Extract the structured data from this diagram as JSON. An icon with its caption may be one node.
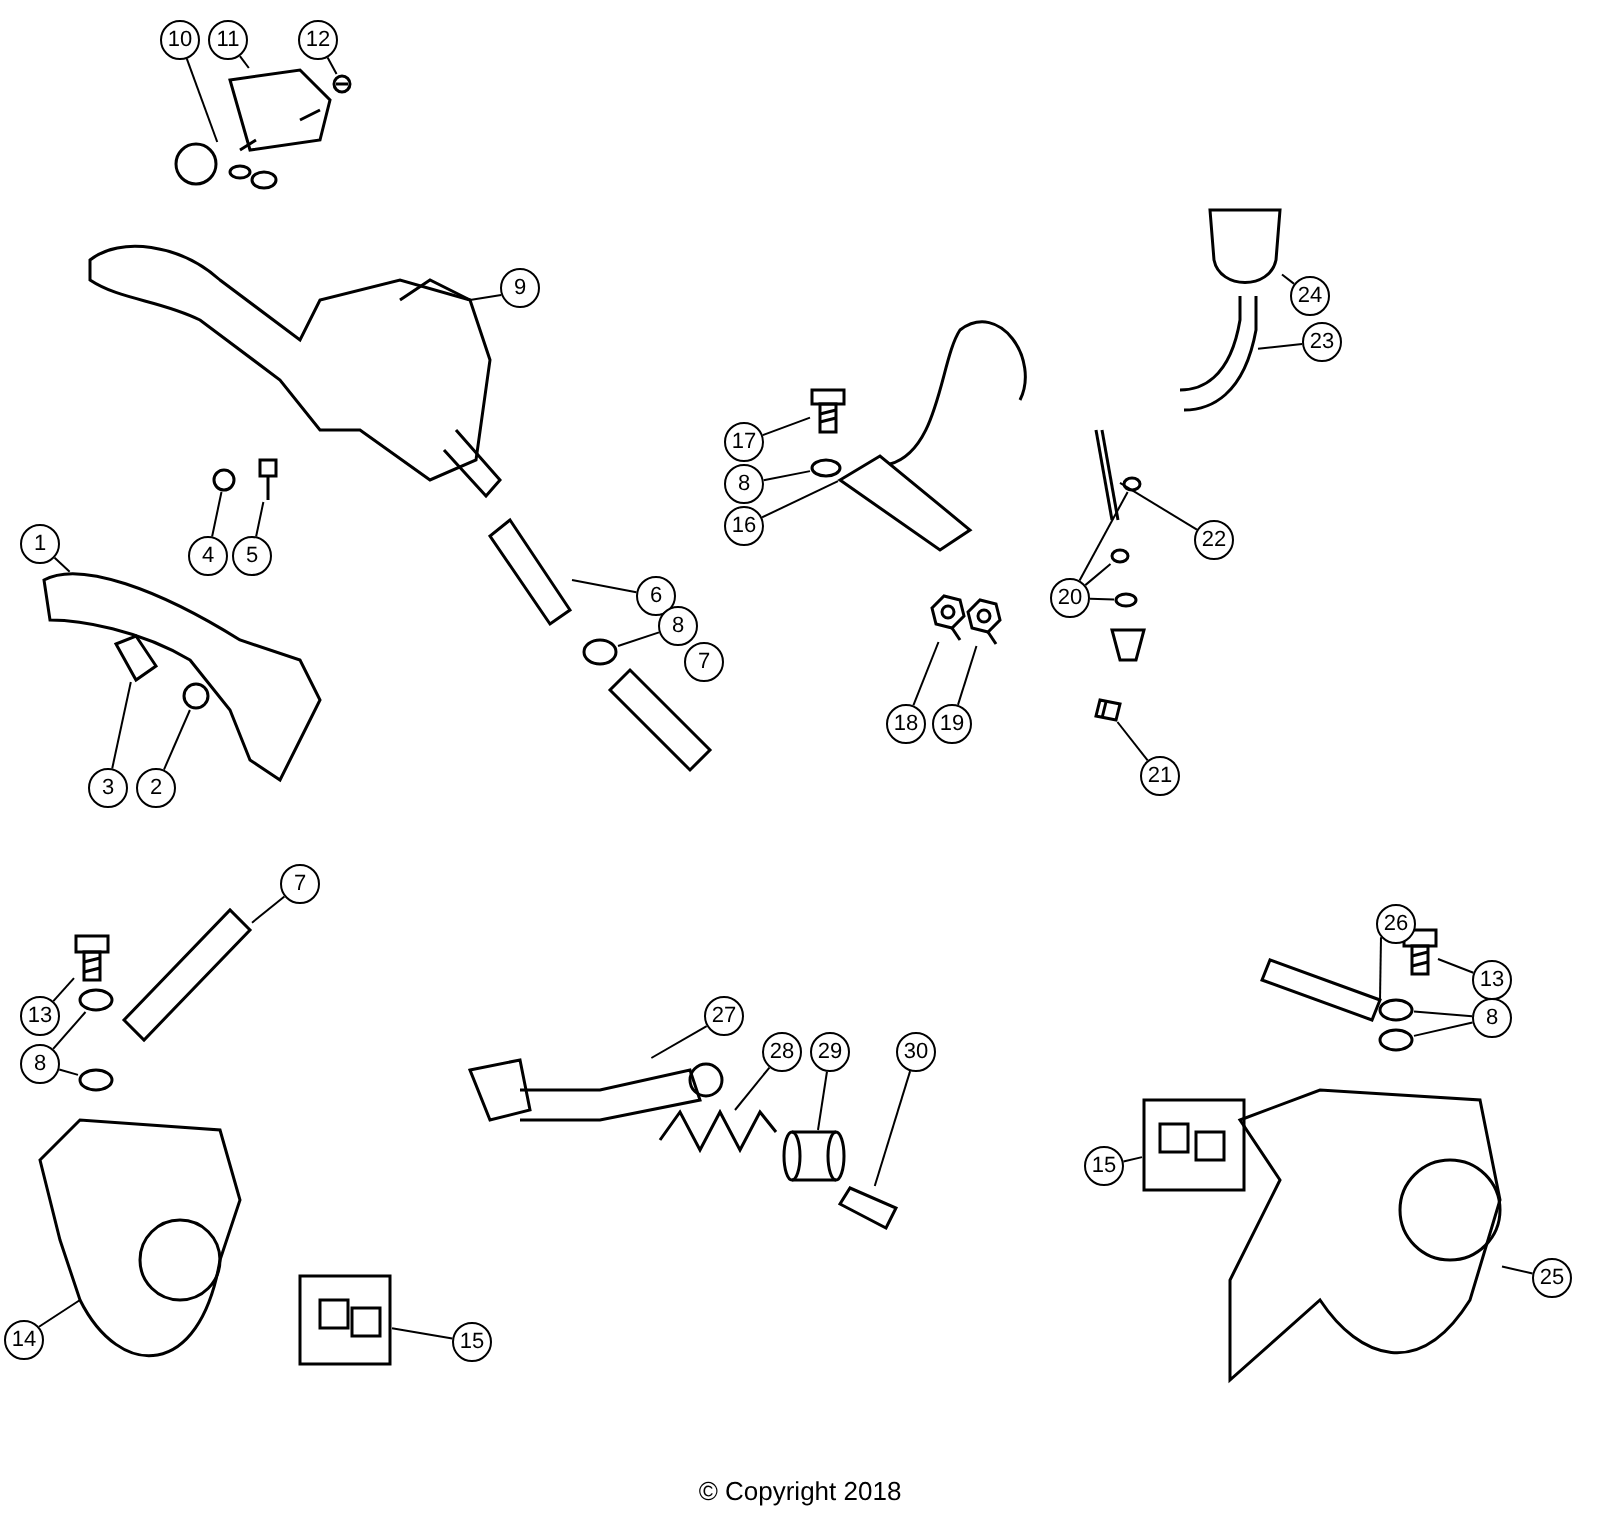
{
  "diagram": {
    "nodes": [
      {
        "text": [
          "10"
        ]
      },
      {
        "text": [
          "11"
        ]
      },
      {
        "text": [
          "12"
        ]
      },
      {
        "text": [
          "24"
        ]
      },
      {
        "text": [
          "9"
        ]
      },
      {
        "text": [
          "23"
        ]
      },
      {
        "text": [
          "17"
        ]
      },
      {
        "text": [
          "8"
        ]
      },
      {
        "text": [
          "1"
        ]
      },
      {
        "text": [
          "22"
        ]
      },
      {
        "text": [
          "16"
        ]
      },
      {
        "text": [
          "4"
        ]
      },
      {
        "text": [
          "5"
        ]
      },
      {
        "text": [
          "6"
        ]
      },
      {
        "text": [
          "20"
        ]
      },
      {
        "text": [
          "8"
        ]
      },
      {
        "text": [
          "7"
        ]
      },
      {
        "text": [
          "3"
        ]
      },
      {
        "text": [
          "2"
        ]
      },
      {
        "text": [
          "18"
        ]
      },
      {
        "text": [
          "19"
        ]
      },
      {
        "text": [
          "21"
        ]
      },
      {
        "text": [
          "7"
        ]
      },
      {
        "text": [
          "26"
        ]
      },
      {
        "text": [
          "13"
        ]
      },
      {
        "text": [
          "13"
        ]
      },
      {
        "text": [
          "8"
        ]
      },
      {
        "text": [
          "27"
        ]
      },
      {
        "text": [
          "28"
        ]
      },
      {
        "text": [
          "29"
        ]
      },
      {
        "text": [
          "30"
        ]
      },
      {
        "text": [
          "8"
        ]
      },
      {
        "text": [
          "15"
        ]
      },
      {
        "text": [
          "25"
        ]
      },
      {
        "text": [
          "14"
        ]
      },
      {
        "text": [
          "15"
        ]
      },
      {
        "text": [],
        "shape": "picture"
      },
      {
        "text": [],
        "shape": "picture"
      },
      {
        "text": [],
        "shape": "picture"
      },
      {
        "text": [],
        "shape": "picture"
      },
      {
        "text": [],
        "shape": "picture"
      },
      {
        "text": [],
        "shape": "picture"
      },
      {
        "text": [],
        "shape": "picture"
      },
      {
        "text": [],
        "shape": "picture"
      },
      {
        "text": [],
        "shape": "picture"
      },
      {
        "text": [],
        "shape": "picture"
      },
      {
        "text": [],
        "shape": "picture"
      },
      {
        "text": [],
        "shape": "picture"
      },
      {
        "text": [],
        "shape": "picture"
      },
      {
        "text": [],
        "shape": "picture"
      },
      {
        "text": [],
        "shape": "picture"
      },
      {
        "text": [],
        "shape": "picture"
      },
      {
        "text": [],
        "shape": "picture"
      },
      {
        "text": [],
        "shape": "picture"
      },
      {
        "text": [],
        "shape": "picture"
      },
      {
        "text": [],
        "shape": "picture"
      },
      {
        "text": [],
        "shape": "picture"
      },
      {
        "text": [],
        "shape": "picture"
      },
      {
        "text": [],
        "shape": "picture"
      },
      {
        "text": [],
        "shape": "picture"
      },
      {
        "text": [],
        "shape": "picture"
      },
      {
        "text": [],
        "shape": "picture"
      },
      {
        "text": [],
        "shape": "picture"
      },
      {
        "text": [],
        "shape": "picture"
      },
      {
        "text": [],
        "shape": "picture"
      },
      {
        "text": [],
        "shape": "picture"
      },
      {
        "text": [],
        "shape": "picture"
      },
      {
        "text": [],
        "shape": "picture"
      },
      {
        "text": [],
        "shape": "picture"
      },
      {
        "text": [],
        "shape": "picture"
      },
      {
        "text": [],
        "shape": "picture"
      },
      {
        "text": [],
        "shape": "picture"
      },
      {
        "text": [],
        "shape": "picture"
      },
      {
        "text": [],
        "shape": "picture"
      },
      {
        "text": [],
        "shape": "picture"
      },
      {
        "text": [],
        "shape": "picture"
      }
    ],
    "edges": [
      {
        "from": 0,
        "to": 36,
        "arrow": "none"
      },
      {
        "from": 1,
        "to": 37,
        "arrow": "none"
      },
      {
        "from": 2,
        "to": 38,
        "arrow": "none"
      },
      {
        "from": 3,
        "to": 40,
        "arrow": "none"
      },
      {
        "from": 4,
        "to": 39,
        "arrow": "none"
      },
      {
        "from": 5,
        "to": 41,
        "arrow": "none"
      },
      {
        "from": 6,
        "to": 42,
        "arrow": "none"
      },
      {
        "from": 7,
        "to": 43,
        "arrow": "none"
      },
      {
        "from": 8,
        "to": 45,
        "arrow": "none"
      },
      {
        "from": 9,
        "to": 55,
        "arrow": "none"
      },
      {
        "from": 10,
        "to": 44,
        "arrow": "none"
      },
      {
        "from": 11,
        "to": 46,
        "arrow": "none"
      },
      {
        "from": 12,
        "to": 47,
        "arrow": "none"
      },
      {
        "from": 13,
        "to": 48,
        "arrow": "none"
      },
      {
        "from": 14,
        "to": 56,
        "arrow": "none"
      },
      {
        "from": 14,
        "to": 57,
        "arrow": "none"
      },
      {
        "from": 14,
        "to": 58,
        "arrow": "none"
      },
      {
        "from": 15,
        "to": 49,
        "arrow": "none"
      },
      {
        "from": 16,
        "to": 50,
        "arrow": "none"
      },
      {
        "from": 17,
        "to": 51,
        "arrow": "none"
      },
      {
        "from": 18,
        "to": 52,
        "arrow": "none"
      },
      {
        "from": 19,
        "to": 53,
        "arrow": "none"
      },
      {
        "from": 20,
        "to": 54,
        "arrow": "none"
      },
      {
        "from": 21,
        "to": 59,
        "arrow": "none"
      },
      {
        "from": 22,
        "to": 60,
        "arrow": "none"
      },
      {
        "from": 23,
        "to": 61,
        "arrow": "none"
      },
      {
        "from": 24,
        "to": 62,
        "arrow": "none"
      },
      {
        "from": 25,
        "to": 63,
        "arrow": "none"
      },
      {
        "from": 26,
        "to": 64,
        "arrow": "none"
      },
      {
        "from": 26,
        "to": 65,
        "arrow": "none"
      },
      {
        "from": 27,
        "to": 66,
        "arrow": "none"
      },
      {
        "from": 28,
        "to": 67,
        "arrow": "none"
      },
      {
        "from": 29,
        "to": 68,
        "arrow": "none"
      },
      {
        "from": 30,
        "to": 69,
        "arrow": "none"
      },
      {
        "from": 31,
        "to": 70,
        "arrow": "none"
      },
      {
        "from": 31,
        "to": 71,
        "arrow": "none"
      },
      {
        "from": 32,
        "to": 72,
        "arrow": "none"
      },
      {
        "from": 33,
        "to": 73,
        "arrow": "none"
      },
      {
        "from": 34,
        "to": 74,
        "arrow": "none"
      },
      {
        "from": 35,
        "to": 75,
        "arrow": "none"
      }
    ],
    "labels": [
      "© Copyright 2018"
    ]
  }
}
